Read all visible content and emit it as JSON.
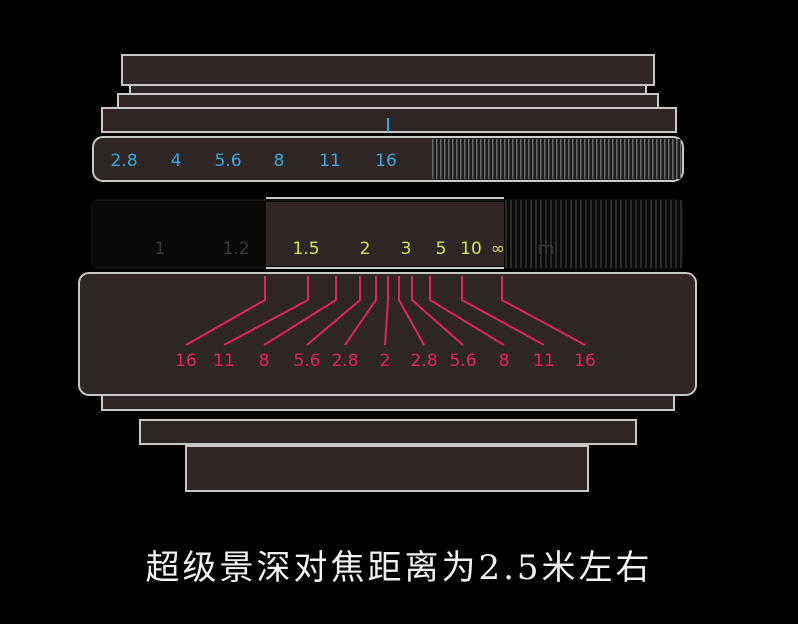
{
  "colors": {
    "background": "#000000",
    "outline": "#c8c8c8",
    "body_fill": "#2e2624",
    "aperture_text": "#3aa6dc",
    "distance_text": "#d6e24a",
    "dof_lines": "#e0245e"
  },
  "aperture_ring": {
    "values": [
      "2.8",
      "4",
      "5.6",
      "8",
      "11",
      "16"
    ]
  },
  "focus_ring": {
    "dim_left": [
      "1",
      "1.2"
    ],
    "values": [
      "1.5",
      "2",
      "3",
      "5",
      "10",
      "∞"
    ],
    "unit": "m"
  },
  "dof_scale": {
    "values": [
      "16",
      "11",
      "8",
      "5.6",
      "2.8",
      "2",
      "2.8",
      "5.6",
      "8",
      "11",
      "16"
    ]
  },
  "caption": "超级景深对焦距离为2.5米左右"
}
